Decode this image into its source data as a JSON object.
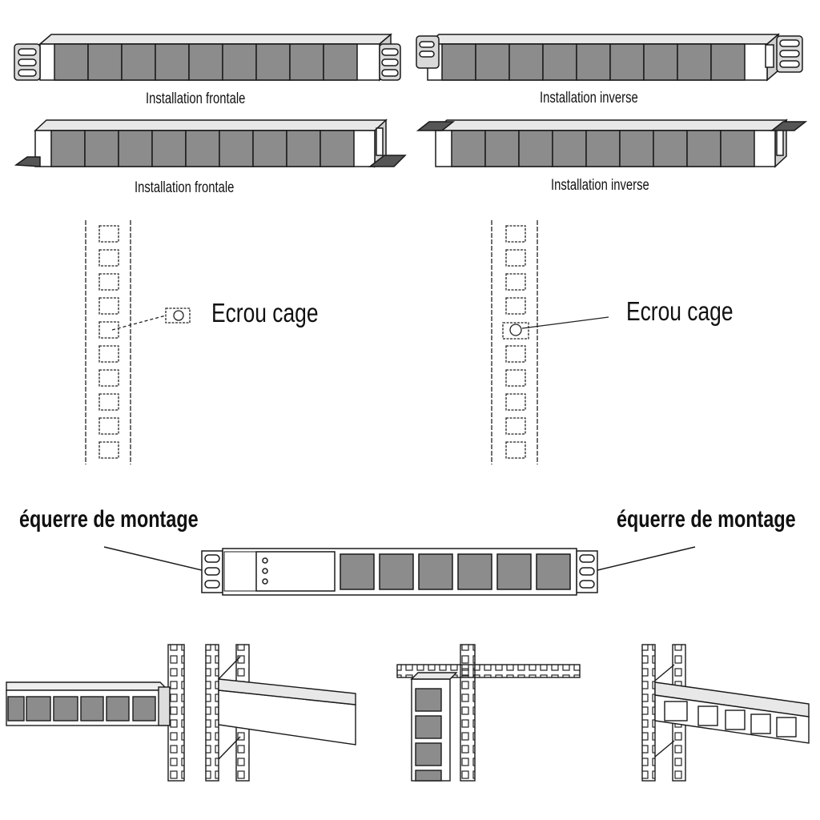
{
  "labels": {
    "front_top": "Installation frontale",
    "reverse_top": "Installation inverse",
    "front_bottom": "Installation frontale",
    "reverse_bottom": "Installation inverse",
    "cage_nut_left": "Ecrou cage",
    "cage_nut_right": "Ecrou cage",
    "bracket_left": "équerre de montage",
    "bracket_right": "équerre de montage"
  },
  "colors": {
    "outlet_fill": "#8c8c8c",
    "line": "#1a1a1a",
    "light_fill": "#d9d9d9"
  },
  "counts": {
    "outlets_top_units": 9,
    "outlets_center_unit": 6
  }
}
